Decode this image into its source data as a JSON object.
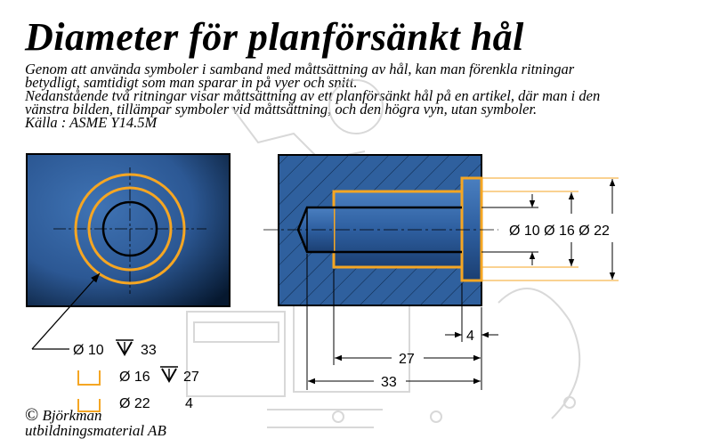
{
  "title": "Diameter för planförsänkt hål",
  "paragraphs": [
    "Genom att använda symboler i samband med måttsättning av hål, kan man förenkla ritningar",
    "betydligt, samtidigt som man sparar in på vyer och snitt.",
    "Nedanstående två ritningar visar måttsättning av ett planförsänkt hål på en artikel, där man i den",
    "vänstra bilden, tillämpar symboler vid måttsättning, och den högra vyn, utan symboler.",
    "Källa : ASME Y14.5M"
  ],
  "callout": {
    "line1": {
      "dia": "Ø 10",
      "depth": "33"
    },
    "line2": {
      "dia": "Ø 16",
      "depth": "27"
    },
    "line3": {
      "dia": "Ø 22",
      "depth": "4"
    }
  },
  "section_dims": {
    "diameters": "Ø 10  Ø 16 Ø 22",
    "depth_small": "4",
    "depth_mid": "27",
    "depth_total": "33"
  },
  "copyright": {
    "symbol": "©",
    "line1": "Björkman",
    "line2": "utbildningsmaterial AB"
  },
  "colors": {
    "orange": "#f5a623",
    "blue_light": "#3f73b4",
    "blue_dark": "#06182f"
  }
}
